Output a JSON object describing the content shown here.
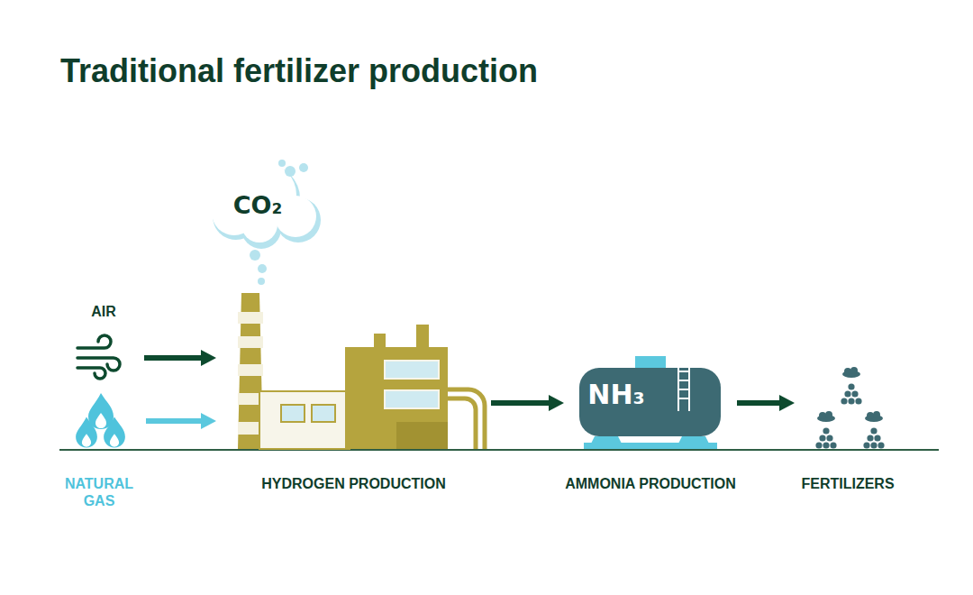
{
  "diagram": {
    "title": "Traditional fertilizer production",
    "nodes": [
      {
        "text": [
          "CO₂"
        ]
      },
      {
        "text": [
          "AIR"
        ]
      },
      {
        "text": [
          "NATURAL GAS"
        ]
      },
      {
        "text": [
          "HYDROGEN PRODUCTION"
        ]
      },
      {
        "text": [
          "NH₃",
          "AMMONIA PRODUCTION"
        ]
      },
      {
        "text": [
          "FERTILIZERS"
        ]
      }
    ],
    "edges": [
      {
        "from": 1,
        "to": 3,
        "arrow": "to"
      },
      {
        "from": 2,
        "to": 3,
        "arrow": "to"
      },
      {
        "from": 3,
        "to": 4,
        "arrow": "to"
      },
      {
        "from": 4,
        "to": 5,
        "arrow": "to"
      }
    ]
  }
}
